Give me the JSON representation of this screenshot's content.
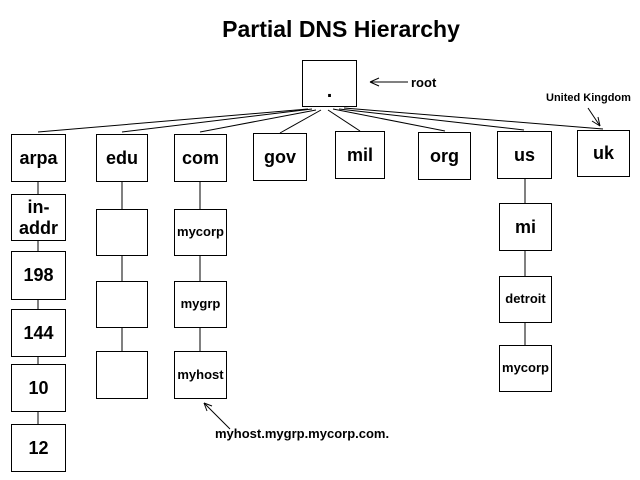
{
  "title": "Partial DNS Hierarchy",
  "callouts": {
    "root": "root",
    "united_kingdom": "United Kingdom",
    "fqdn": "myhost.mygrp.mycorp.com."
  },
  "nodes": {
    "root": ".",
    "arpa": "arpa",
    "edu": "edu",
    "com": "com",
    "gov": "gov",
    "mil": "mil",
    "org": "org",
    "us": "us",
    "uk": "uk",
    "in_addr": "in-\naddr",
    "arpa_198": "198",
    "arpa_144": "144",
    "arpa_10": "10",
    "arpa_12": "12",
    "com_mycorp": "mycorp",
    "com_mygrp": "mygrp",
    "com_myhost": "myhost",
    "us_mi": "mi",
    "us_detroit": "detroit",
    "us_mycorp": "mycorp"
  },
  "chains": {
    "arpa": [
      "in-addr",
      "198",
      "144",
      "10",
      "12"
    ],
    "edu": [
      "",
      "",
      ""
    ],
    "com": [
      "mycorp",
      "mygrp",
      "myhost"
    ],
    "us": [
      "mi",
      "detroit",
      "mycorp"
    ]
  },
  "tlds": [
    "arpa",
    "edu",
    "com",
    "gov",
    "mil",
    "org",
    "us",
    "uk"
  ],
  "colors": {
    "background": "#ffffff",
    "line": "#000000",
    "text": "#000000"
  }
}
